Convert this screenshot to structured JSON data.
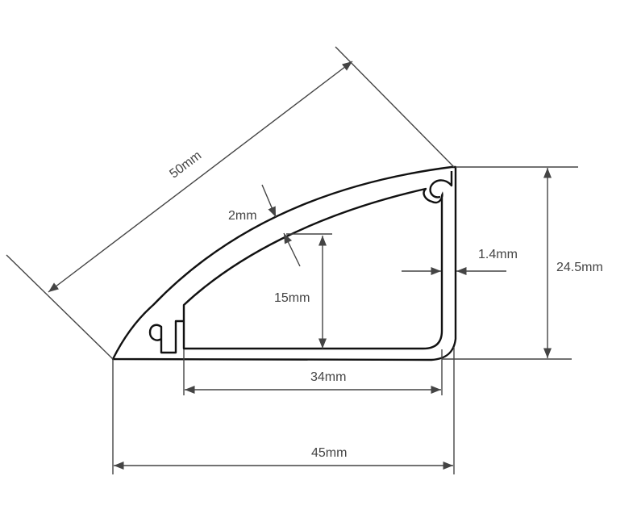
{
  "diagram": {
    "labels": {
      "length_diagonal": "50mm",
      "wall_top": "2mm",
      "wall_side": "1.4mm",
      "inner_height": "15mm",
      "outer_height": "24.5mm",
      "inner_width": "34mm",
      "outer_width": "45mm"
    },
    "colors": {
      "line": "#444444",
      "profile": "#111111",
      "background": "#ffffff"
    }
  }
}
